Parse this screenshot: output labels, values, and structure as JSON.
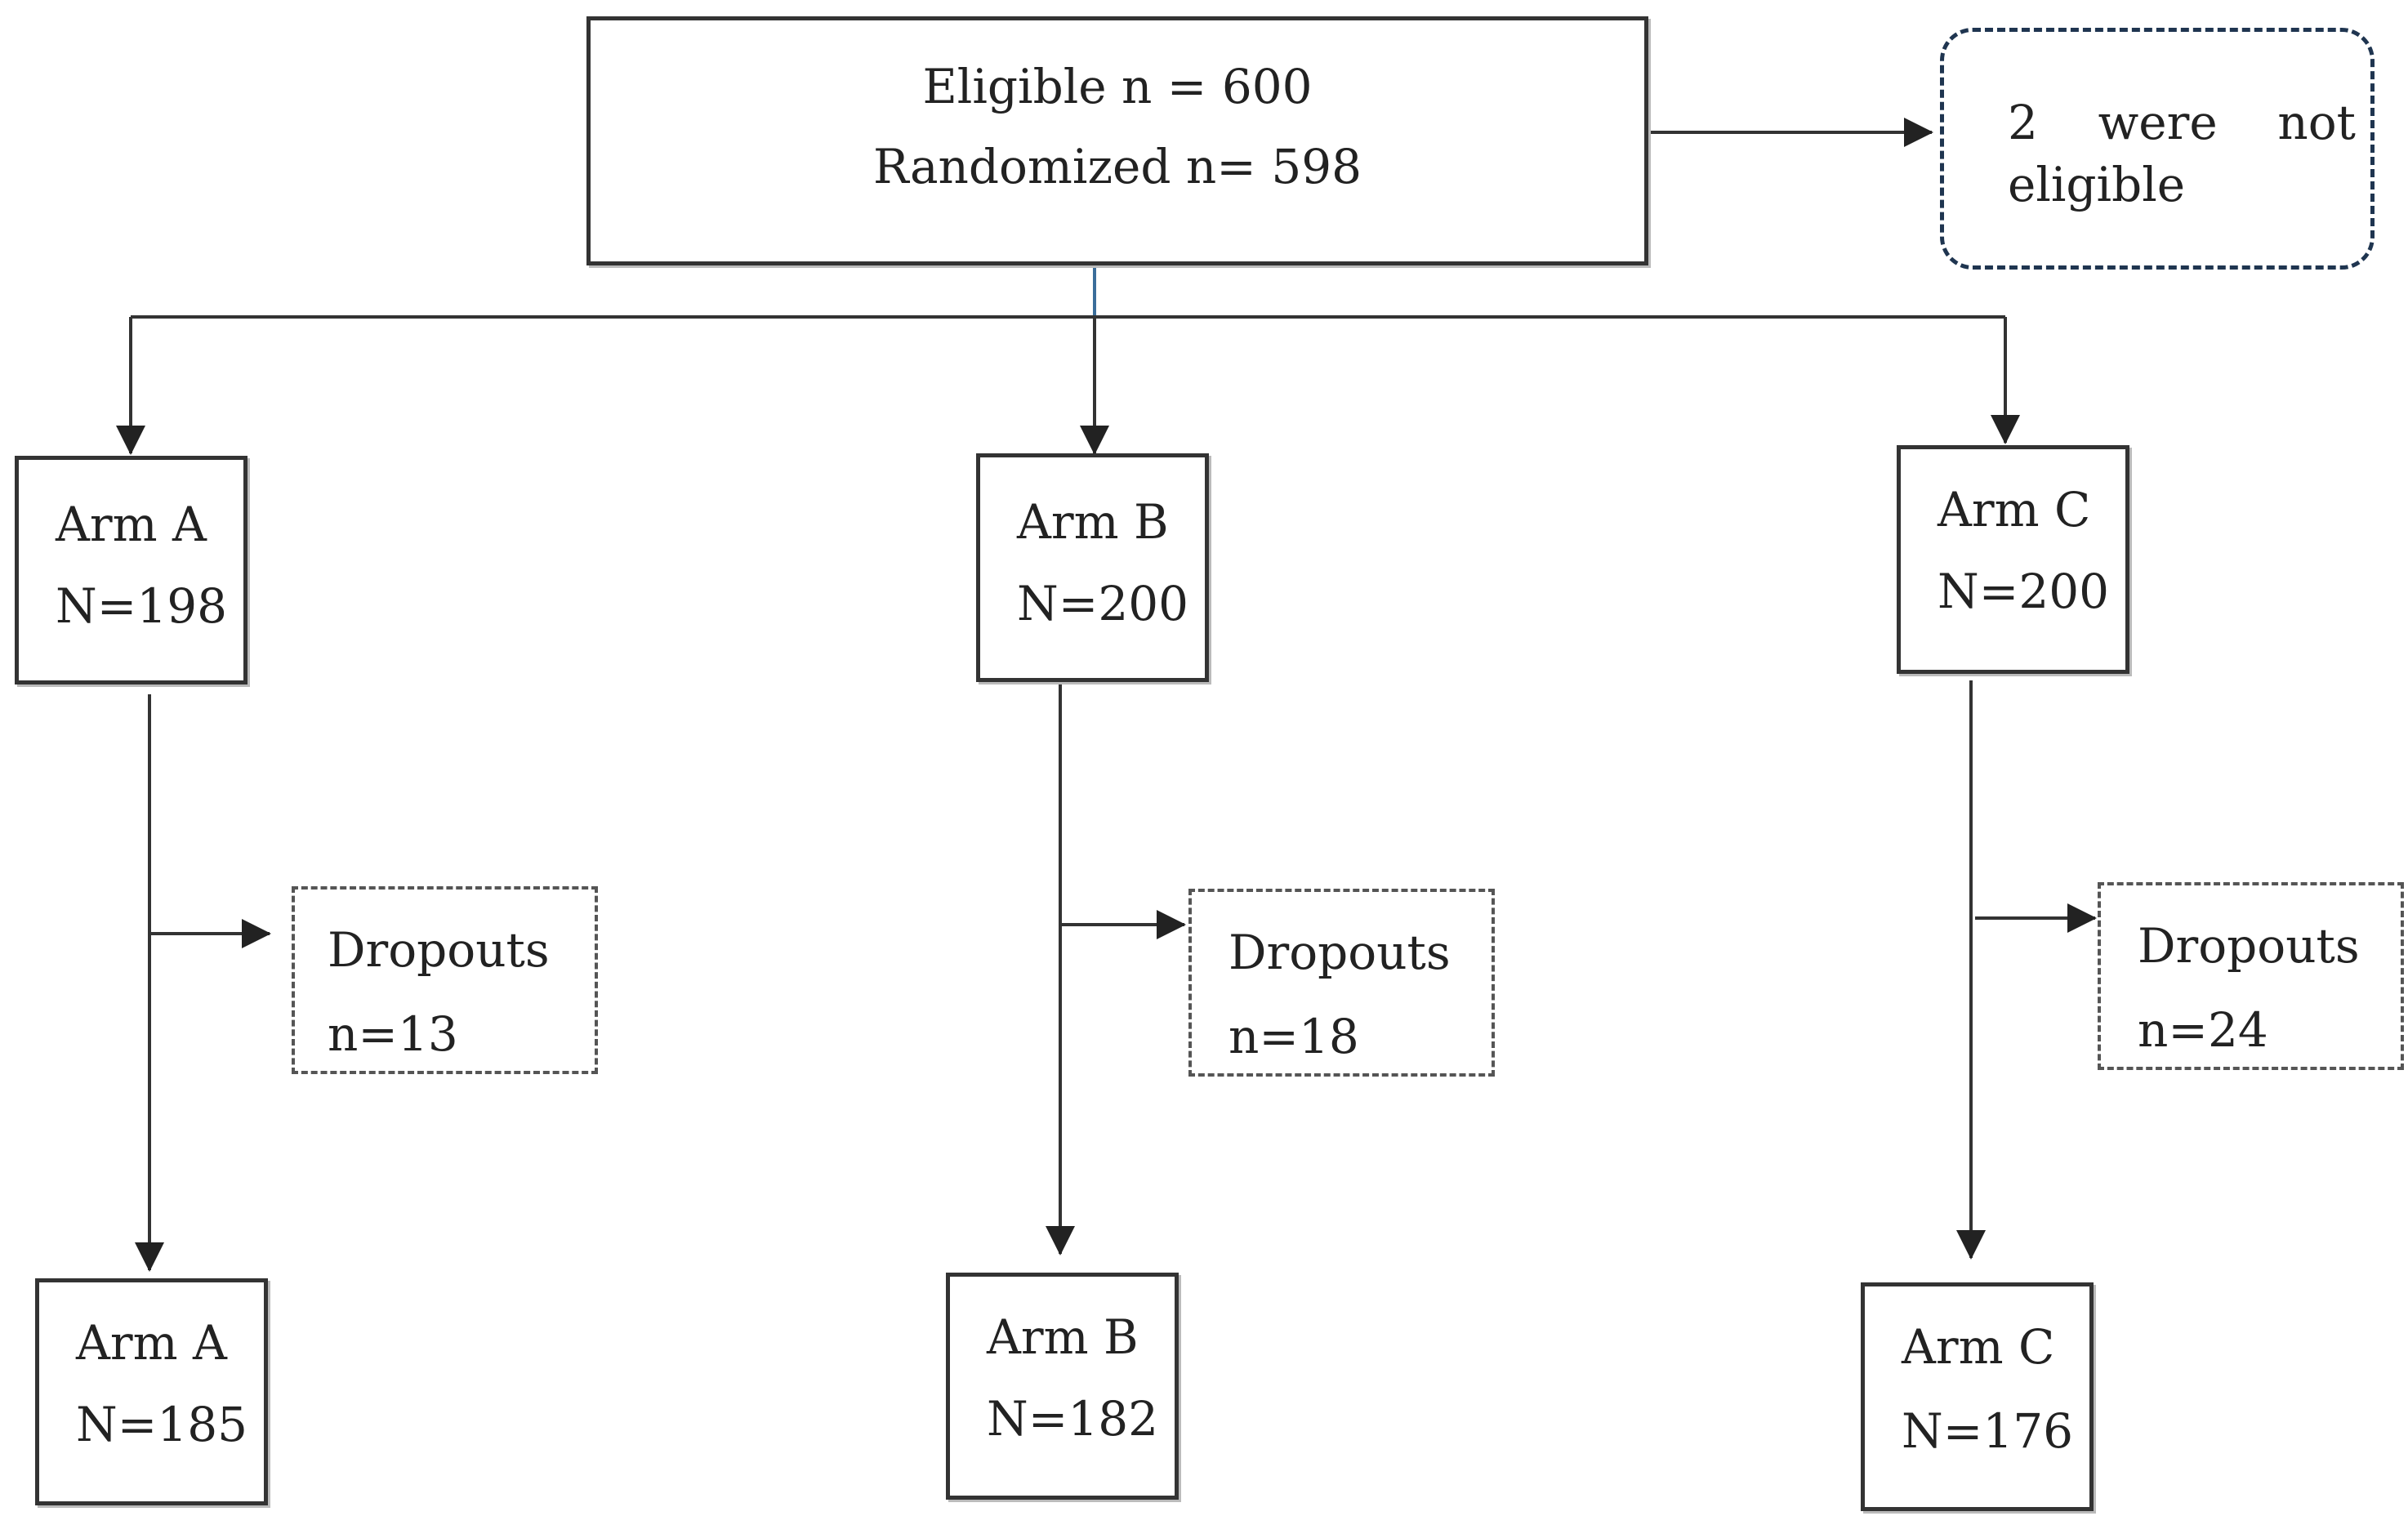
{
  "top_box": {
    "eligible": "Eligible n = 600",
    "randomized": "Randomized n= 598"
  },
  "excluded_box": {
    "line1": "2    were    not",
    "line2": "eligible"
  },
  "arms": [
    {
      "label": "Arm A",
      "count": "N=198"
    },
    {
      "label": "Arm B",
      "count": "N=200"
    },
    {
      "label": "Arm C",
      "count": "N=200"
    }
  ],
  "dropouts": [
    {
      "label": "Dropouts",
      "count": "n=13"
    },
    {
      "label": "Dropouts",
      "count": "n=18"
    },
    {
      "label": "Dropouts",
      "count": "n=24"
    }
  ],
  "final_arms": [
    {
      "label": "Arm A",
      "count": "N=185"
    },
    {
      "label": "Arm B",
      "count": "N=182"
    },
    {
      "label": "Arm C",
      "count": "N=176"
    }
  ],
  "colors": {
    "line": "#333333",
    "excluded_border": "#1f3550"
  }
}
